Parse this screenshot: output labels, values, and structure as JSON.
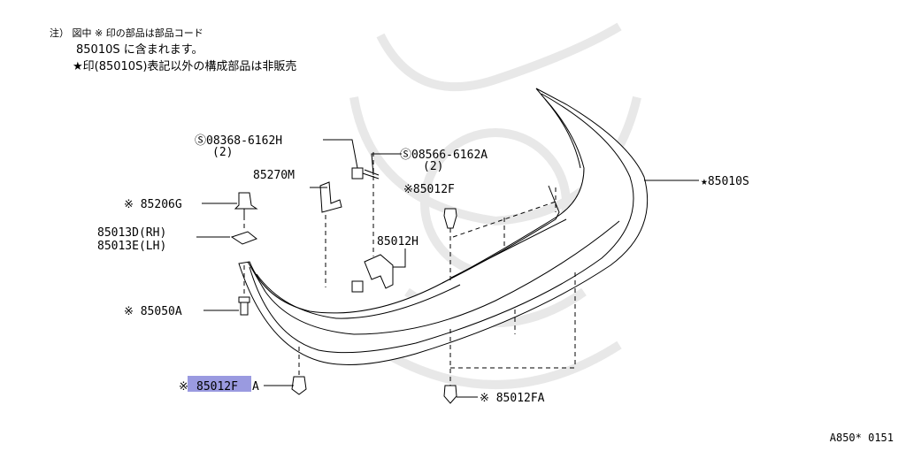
{
  "note": {
    "line1": "注） 図中 ※ 印の部品は部品コード",
    "line2": "85010S に含まれます。",
    "line3": "★印(85010S)表記以外の構成部品は非販売"
  },
  "diagram_code": "A850* 0151",
  "labels": {
    "s08368": "Ⓢ08368-6162H",
    "s08368_qty": "(2)",
    "s08566": "Ⓢ08566-6162A",
    "s08566_qty": "(2)",
    "p85270m": "85270M",
    "p85206g": "※ 85206G",
    "p85013d": "85013D(RH)",
    "p85013e": "85013E(LH)",
    "p85012f": "※85012F",
    "p85012h": "85012H",
    "p85050a": "※ 85050A",
    "p85012fa_left_mark": "※",
    "p85012fa_left_code": "85012F",
    "p85012fa_left_suffix": "A",
    "p85012fa_right": "※ 85012FA",
    "p85010s": "★85010S"
  },
  "colors": {
    "highlight": "#9a9ae0",
    "watermark": "#e8e8e8"
  }
}
